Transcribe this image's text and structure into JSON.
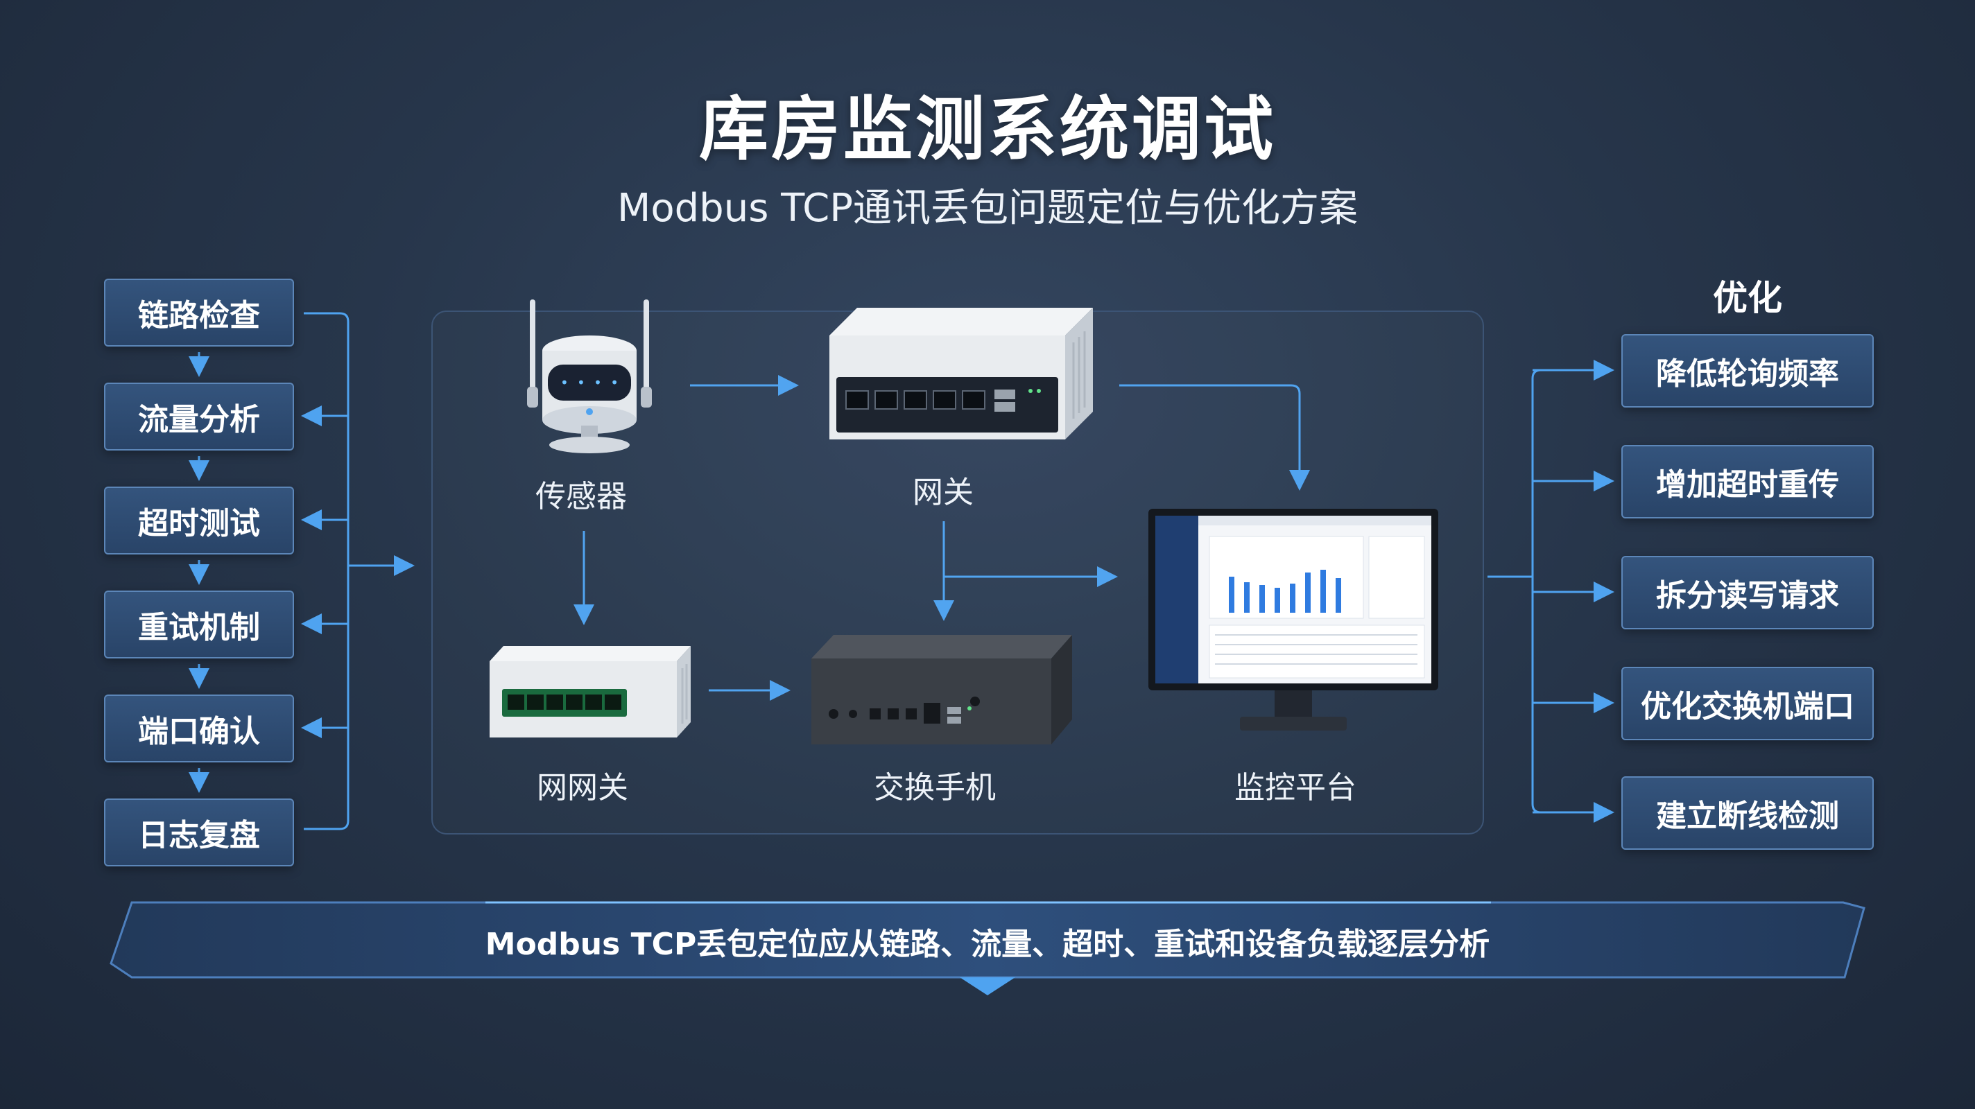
{
  "header": {
    "title": "库房监测系统调试",
    "subtitle": "Modbus TCP通讯丢包问题定位与优化方案"
  },
  "steps": [
    {
      "label": "链路检查"
    },
    {
      "label": "流量分析"
    },
    {
      "label": "超时测试"
    },
    {
      "label": "重试机制"
    },
    {
      "label": "端口确认"
    },
    {
      "label": "日志复盘"
    }
  ],
  "devices": {
    "sensor": {
      "label": "传感器"
    },
    "gateway": {
      "label": "网关"
    },
    "net_gateway": {
      "label": "网网关"
    },
    "switch": {
      "label": "交换手机"
    },
    "monitor": {
      "label": "监控平台"
    }
  },
  "optimization": {
    "heading": "优化",
    "items": [
      {
        "label": "降低轮询频率"
      },
      {
        "label": "增加超时重传"
      },
      {
        "label": "拆分读写请求"
      },
      {
        "label": "优化交换机端口"
      },
      {
        "label": "建立断线检测"
      }
    ]
  },
  "footer": {
    "text": "Modbus TCP丢包定位应从链路、流量、超时、重试和设备负载逐层分析"
  },
  "colors": {
    "accent": "#4fa3f0",
    "box_fill": "#2f4d74",
    "box_border": "#5c86b8",
    "background": "#27364b"
  }
}
